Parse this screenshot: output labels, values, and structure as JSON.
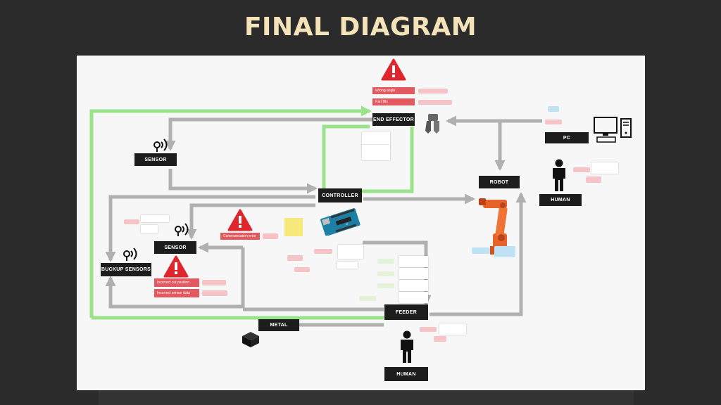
{
  "title": "FINAL DIAGRAM",
  "colors": {
    "arrow_gray": "#b0b0b0",
    "arrow_green": "#9be38a",
    "node_black": "#1d1d1d",
    "warning_red": "#e0262d",
    "label_red": "#e25a5f",
    "label_pink": "#f6c4c6",
    "robot_orange": "#e8632a"
  },
  "nodes": {
    "end_effector": "END EFFECTOR",
    "sensor_top": "SENSOR",
    "controller": "CONTROLLER",
    "robot": "ROBOT",
    "pc": "PC",
    "human_right": "HUMAN",
    "sensor_mid": "SENSOR",
    "backup_sensors": "BUCKUP SENSORS",
    "feeder": "FEEDER",
    "metal": "METAL",
    "human_bottom": "HUMAN"
  },
  "errors": {
    "end_effector": [
      "Wrong angle",
      "Part fills"
    ],
    "sensor": [
      "Incorrect cut position",
      "Incorrect sensor data"
    ],
    "controller": [
      "Communication error"
    ]
  },
  "icons": [
    "warning-icon",
    "sensor-antenna-icon",
    "computer-icon",
    "human-icon",
    "arduino-board-icon",
    "robot-arm-icon",
    "metal-cube-icon",
    "gripper-icon"
  ]
}
